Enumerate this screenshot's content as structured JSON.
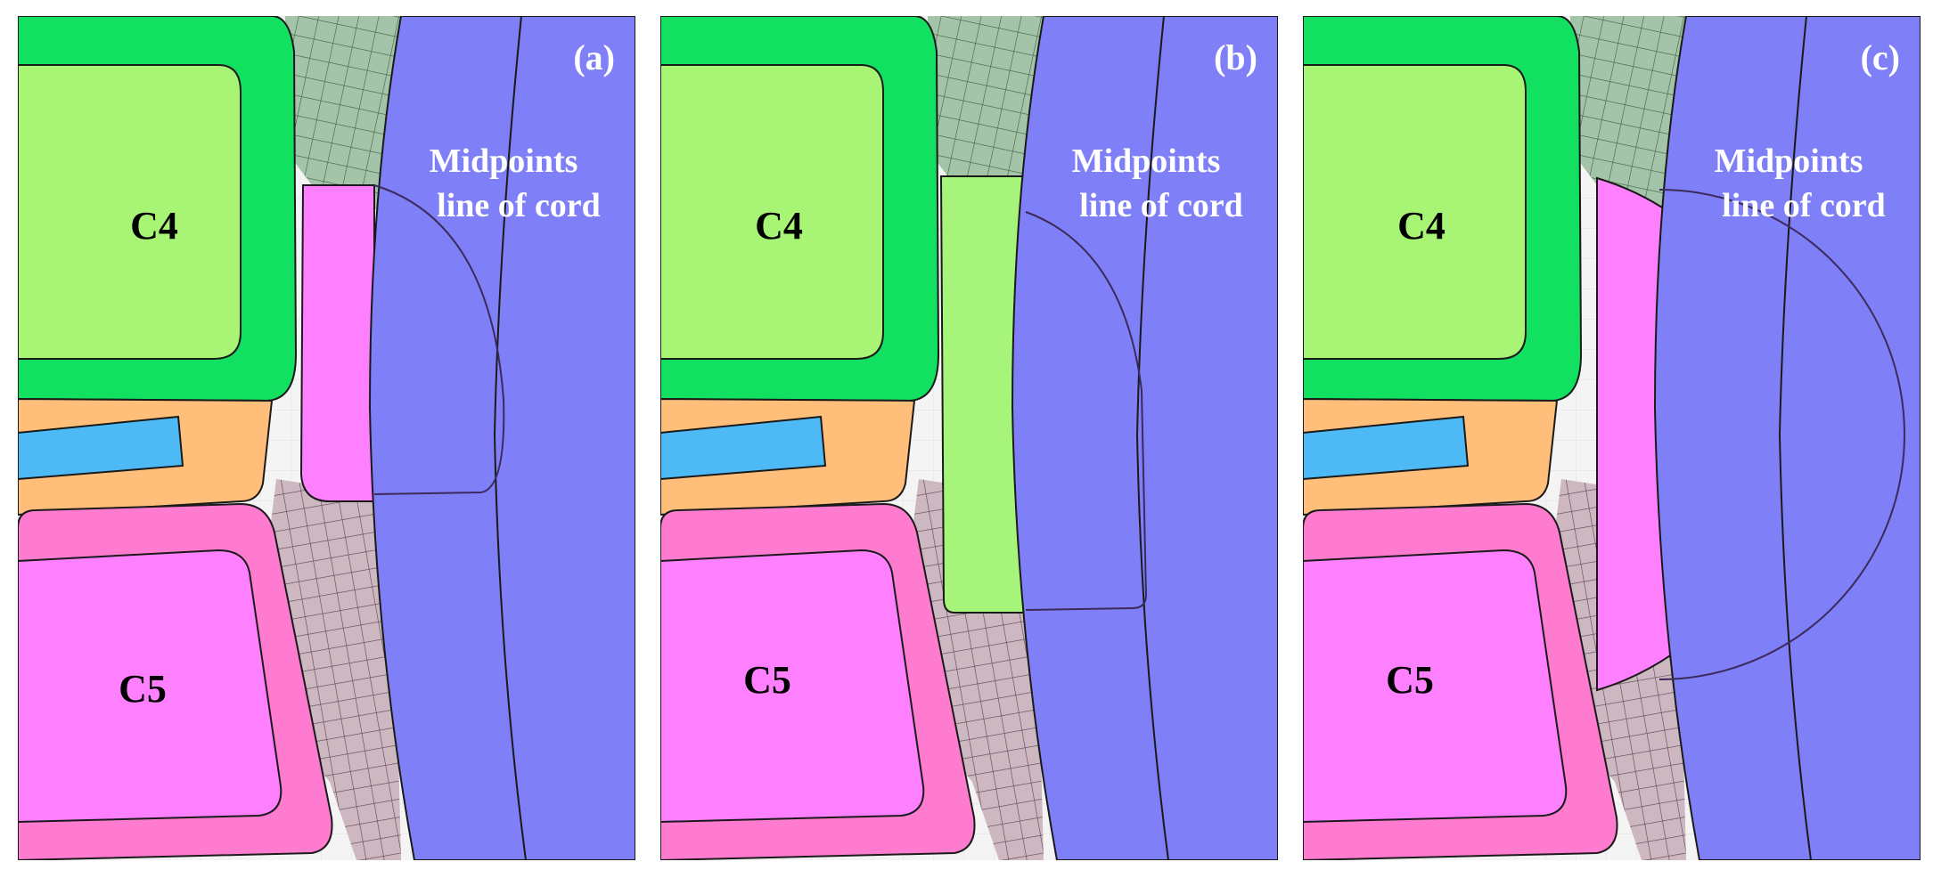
{
  "figure": {
    "panels": [
      {
        "id": "a",
        "tag": "(a)",
        "vertebra_upper": "C4",
        "vertebra_lower": "C5",
        "annotation_line1": "Midpoints",
        "annotation_line2": "line of cord",
        "foraminal_shape": "rounded-rectangle",
        "foraminal_color": "#ff80ff"
      },
      {
        "id": "b",
        "tag": "(b)",
        "vertebra_upper": "C4",
        "vertebra_lower": "C5",
        "annotation_line1": "Midpoints",
        "annotation_line2": "line of cord",
        "foraminal_shape": "tall-rectangle",
        "foraminal_color": "#a6f57a"
      },
      {
        "id": "c",
        "tag": "(c)",
        "vertebra_upper": "C4",
        "vertebra_lower": "C5",
        "annotation_line1": "Midpoints",
        "annotation_line2": "line of cord",
        "foraminal_shape": "semicircle",
        "foraminal_color": "#ff80ff"
      }
    ],
    "colors": {
      "cord": "#7f7ff7",
      "vertebra_upper_outer": "#12e060",
      "vertebra_upper_inner": "#a8f575",
      "vertebra_lower_outer": "#ff7bd0",
      "vertebra_lower_inner": "#ff80ff",
      "disc": "#ffbf7a",
      "disc_core": "#4dbaf5",
      "mesh": "#8fb596",
      "mesh_lower": "#c4a8b4",
      "label_light": "#ffffff",
      "label_dark": "#000000"
    }
  }
}
